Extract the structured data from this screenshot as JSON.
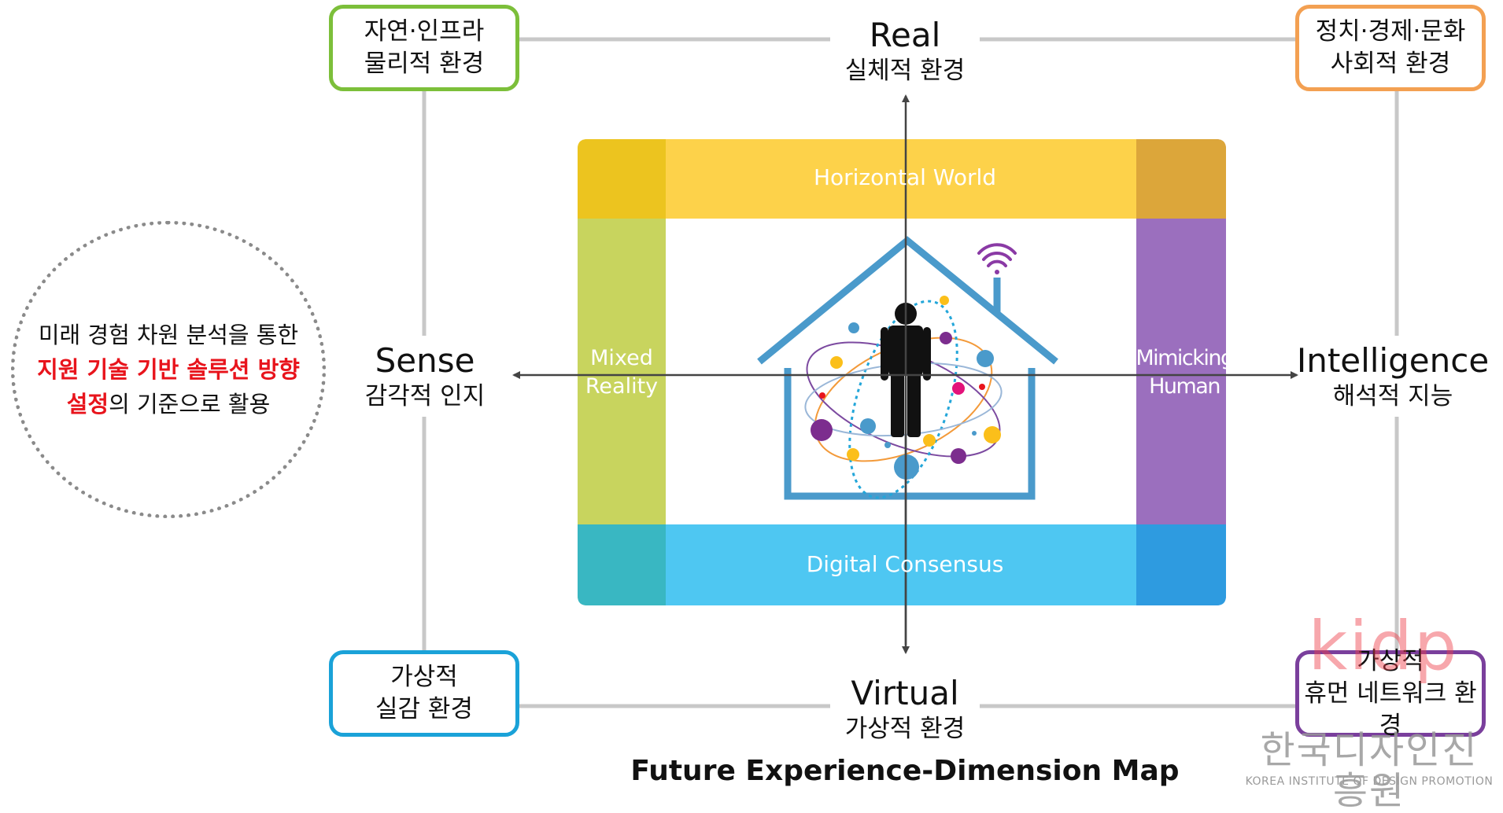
{
  "corners": {
    "top_left": {
      "line1": "자연·인프라",
      "line2": "물리적 환경"
    },
    "top_right": {
      "line1": "정치·경제·문화",
      "line2": "사회적 환경"
    },
    "bottom_left": {
      "line1": "가상적",
      "line2": "실감 환경"
    },
    "bottom_right": {
      "line1": "가상적",
      "line2": "휴먼 네트워크 환경"
    }
  },
  "axes": {
    "real": {
      "en": "Real",
      "ko": "실체적 환경"
    },
    "virtual": {
      "en": "Virtual",
      "ko": "가상적 환경"
    },
    "sense": {
      "en": "Sense",
      "ko": "감각적 인지"
    },
    "intelligence": {
      "en": "Intelligence",
      "ko": "해석적 지능"
    }
  },
  "bands": {
    "top": "Horizontal World",
    "bottom": "Digital Consensus",
    "left": {
      "line1": "Mixed",
      "line2": "Reality"
    },
    "right": {
      "line1": "Mimicking",
      "line2": "Human"
    }
  },
  "note": {
    "line1": "미래 경험 차원  분석을 통한",
    "line2_red": "지원 기술 기반 솔루션 방향",
    "line3_red": "설정",
    "line3_rest": "의 기준으로 활용"
  },
  "caption": "Future Experience-Dimension Map",
  "watermark": {
    "logo": "kidp",
    "ko": "한국디자인진흥원",
    "en": "KOREA INSTITUTE OF DESIGN PROMOTION"
  },
  "colors": {
    "frame_line": "#c8c8c8",
    "axis": "#444444",
    "band_top": "#fdd24a",
    "band_bottom": "#4ec7f2",
    "band_left": "#c8d45e",
    "band_right": "#9b6fbe",
    "house": "#4a9acb",
    "accent_red": "#e8141c"
  }
}
